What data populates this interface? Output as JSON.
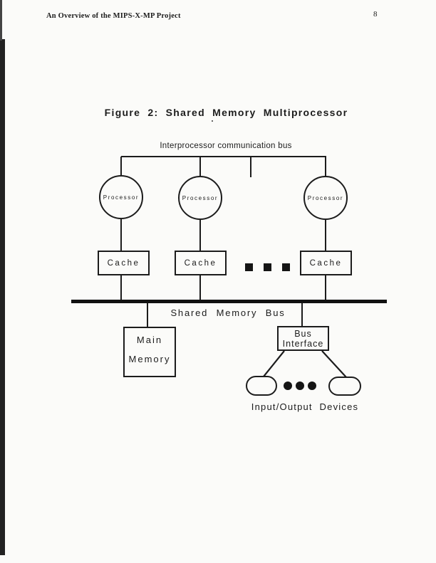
{
  "page": {
    "header_title": "An Overview of the MIPS-X-MP Project",
    "page_number": "8"
  },
  "figure": {
    "title": "Figure 2: Shared Memory Multiprocessor",
    "interprocessor_bus_label": "Interprocessor communication bus",
    "shared_memory_bus_label": "Shared Memory Bus",
    "io_devices_label": "Input/Output Devices",
    "processors": [
      "Processor",
      "Processor",
      "Processor"
    ],
    "caches": [
      "Cache",
      "Cache",
      "Cache"
    ],
    "main_memory": {
      "line1": "Main",
      "line2": "Memory"
    },
    "bus_interface": {
      "line1": "Bus",
      "line2": "Interface"
    },
    "colors": {
      "ink": "#1c1c1c",
      "paper": "#fbfbf9",
      "thick_bus": "#111111"
    }
  }
}
